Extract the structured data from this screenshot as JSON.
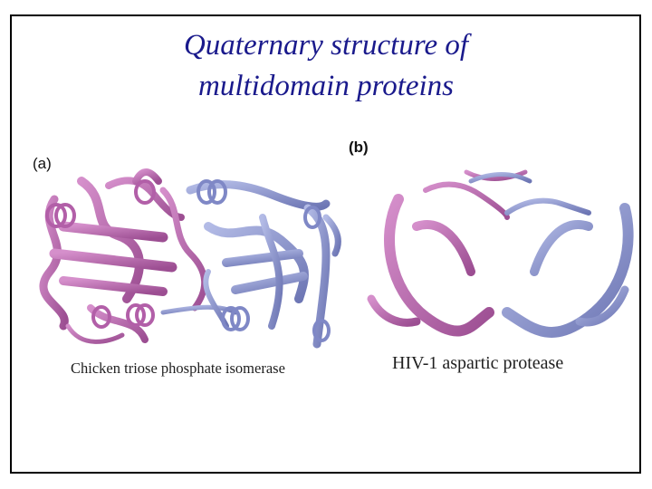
{
  "slide": {
    "title_line1": "Quaternary structure of",
    "title_line2": "multidomain proteins",
    "title_color": "#1a1a8c"
  },
  "panels": [
    {
      "label": "(a)",
      "caption": "Chicken triose phosphate isomerase",
      "subunit_colors": [
        "#c06bb4",
        "#8e97d0"
      ]
    },
    {
      "label": "(b)",
      "caption": "HIV-1 aspartic protease",
      "subunit_colors": [
        "#c06bb4",
        "#8e97d0"
      ]
    }
  ]
}
